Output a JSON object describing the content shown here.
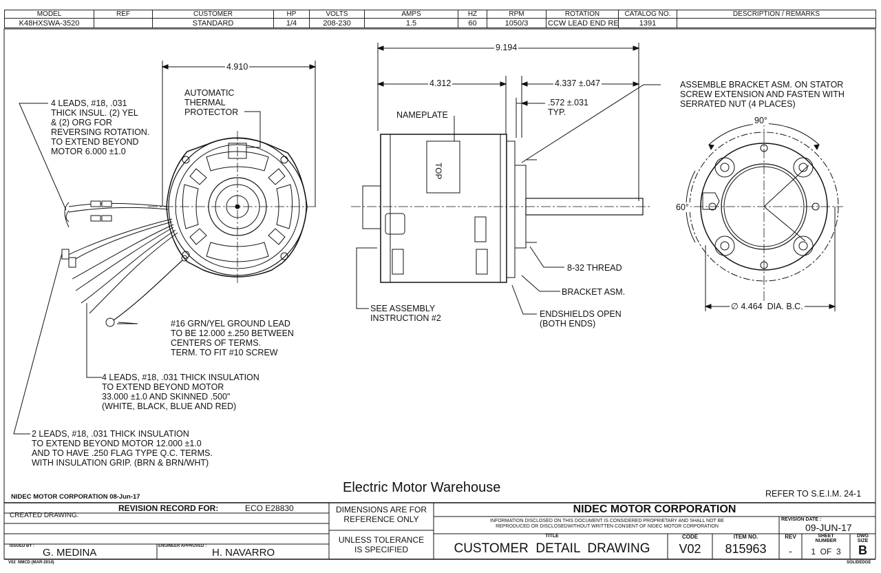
{
  "header": {
    "columns": [
      "MODEL",
      "REF",
      "CUSTOMER",
      "HP",
      "VOLTS",
      "AMPS",
      "HZ",
      "RPM",
      "ROTATION",
      "CATALOG NO.",
      "DESCRIPTION / REMARKS"
    ],
    "values": [
      "K48HXSWA-3520",
      "",
      "STANDARD",
      "1/4",
      "208-230",
      "1.5",
      "60",
      "1050/3",
      "CCW LEAD END REV.",
      "1391",
      ""
    ]
  },
  "left_view": {
    "dim_width": "4.910",
    "thermal_protector": "AUTOMATIC\nTHERMAL\nPROTECTOR",
    "leads_note_1": "4 LEADS, #18, .031\nTHICK INSUL. (2) YEL\n& (2) ORG FOR\nREVERSING ROTATION.\nTO EXTEND BEYOND\nMOTOR 6.000 ±1.0",
    "ground_note": "#16 GRN/YEL GROUND LEAD\nTO BE 12.000 ±.250 BETWEEN\nCENTERS OF TERMS.\nTERM. TO FIT #10 SCREW",
    "leads_note_2": "4 LEADS, #18, .031 THICK INSULATION\nTO EXTEND BEYOND MOTOR\n33.000 ±1.0 AND SKINNED .500\"\n(WHITE, BLACK, BLUE AND RED)",
    "leads_note_3": "2 LEADS, #18, .031 THICK INSULATION\nTO EXTEND BEYOND MOTOR 12.000 ±1.0\nAND TO HAVE .250 FLAG TYPE Q.C. TERMS.\nWITH INSULATION GRIP. (BRN & BRN/WHT)"
  },
  "center_view": {
    "dim_overall": "9.194",
    "dim_body": "4.312",
    "dim_shaft": "4.337 ±.047",
    "dim_stud": ".572 ±.031\nTYP.",
    "nameplate": "NAMEPLATE",
    "top_label": "TOP",
    "see_assembly": "SEE ASSEMBLY\nINSTRUCTION #2",
    "thread": "8-32 THREAD",
    "bracket": "BRACKET ASM.",
    "endshields": "ENDSHIELDS OPEN\n(BOTH ENDS)"
  },
  "right_view": {
    "assemble_note": "ASSEMBLE BRACKET ASM. ON STATOR\nSCREW EXTENSION AND FASTEN WITH\nSERRATED NUT (4 PLACES)",
    "angle_90": "90°",
    "angle_60": "60°",
    "bolt_circle": "∅ 4.464  DIA. B.C."
  },
  "watermark": "Electric Motor Warehouse",
  "refer": "REFER TO S.E.I.M. 24-1",
  "title_block": {
    "company_small": "NIDEC MOTOR CORPORATION 08-Jun-17",
    "revision_record": "REVISION RECORD FOR:",
    "eco": "ECO E28830",
    "created": "CREATED DRAWING.",
    "dimensions_note": "DIMENSIONS ARE FOR\nREFERENCE ONLY",
    "tolerance_note": "UNLESS TOLERANCE\nIS SPECIFIED",
    "company": "NIDEC MOTOR CORPORATION",
    "proprietary": "INFORMATION DISCLOSED ON THIS DOCUMENT IS CONSIDERED PROPRIETARY AND SHALL NOT BE\nREPRODUCED OR DISCLOSEDWITHOUT WRITTEN CONSENT OF NIDEC MOTOR CORPORATION",
    "revision_date_label": "REVISION DATE :",
    "revision_date": "09-JUN-17",
    "issued_by_label": "ISSUED BY :",
    "issued_by": "G. MEDINA",
    "engineer_label": "ENGINEER APPROVED :",
    "engineer": "H. NAVARRO",
    "title_label": "TITLE",
    "title": "CUSTOMER  DETAIL  DRAWING",
    "code_label": "CODE",
    "code": "V02",
    "item_label": "ITEM NO.",
    "item": "815963",
    "rev_label": "REV",
    "rev": "-",
    "sheet_label": "SHEET\nNUMBER",
    "sheet": "1  OF  3",
    "dwg_label": "DWG\nSIZE",
    "dwg": "B",
    "form_no": "V02  NMCD (MAR-2014)",
    "solidedge": "SOLIDEDGE"
  }
}
